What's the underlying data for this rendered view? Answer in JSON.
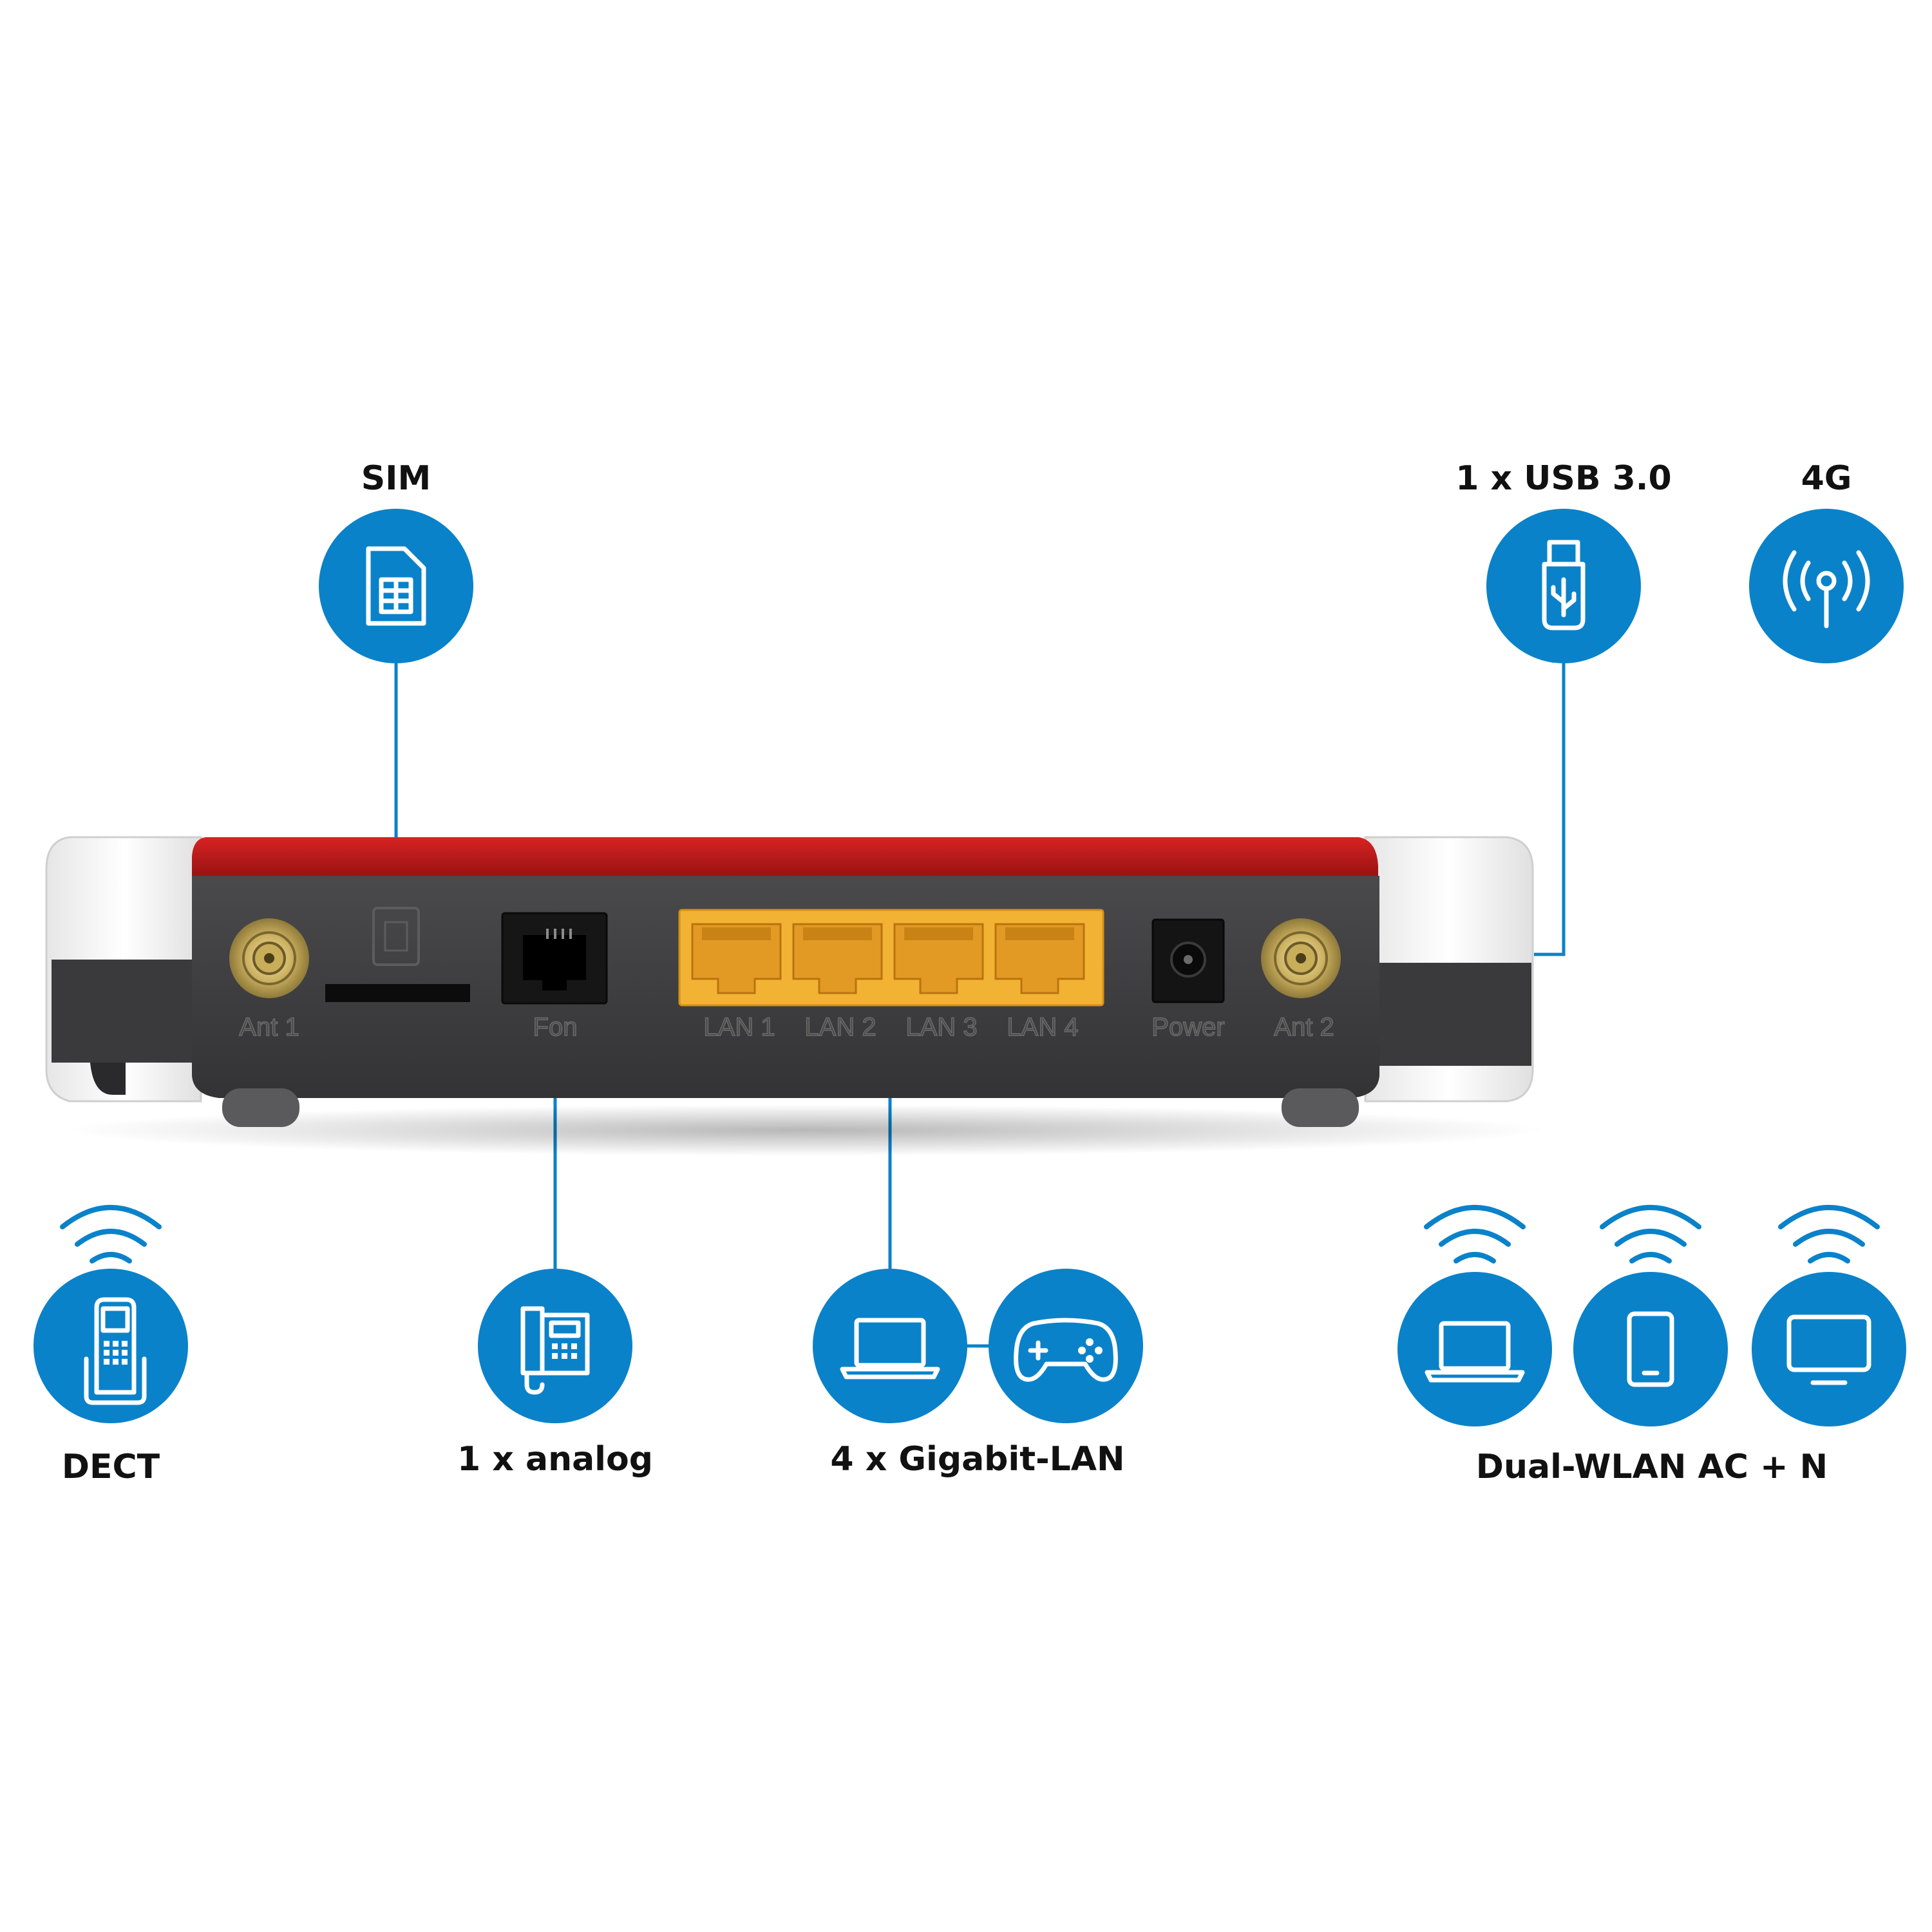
{
  "colors": {
    "accent_blue": "#0a82c9",
    "router_body": "#3d3d3f",
    "router_red": "#c21a1a",
    "lan_yellow": "#f2b233",
    "label_text": "#111111"
  },
  "router": {
    "port_labels": {
      "ant1": "Ant 1",
      "fon": "Fon",
      "lan1": "LAN 1",
      "lan2": "LAN 2",
      "lan3": "LAN 3",
      "lan4": "LAN 4",
      "power": "Power",
      "ant2": "Ant 2"
    }
  },
  "features": {
    "sim": {
      "label": "SIM",
      "icon": "sim-card-icon"
    },
    "usb": {
      "label": "1 x USB 3.0",
      "icon": "usb-stick-icon"
    },
    "lte": {
      "label": "4G",
      "icon": "antenna-signal-icon"
    },
    "dect": {
      "label": "DECT",
      "icon": "cordless-phone-icon"
    },
    "analog": {
      "label": "1 x analog",
      "icon": "desk-phone-icon"
    },
    "lan": {
      "label": "4 x Gigabit-LAN",
      "icons": [
        "laptop-icon",
        "gamepad-icon"
      ]
    },
    "wlan": {
      "label": "Dual-WLAN AC + N",
      "icons": [
        "laptop-icon",
        "tablet-icon",
        "monitor-icon"
      ]
    }
  }
}
